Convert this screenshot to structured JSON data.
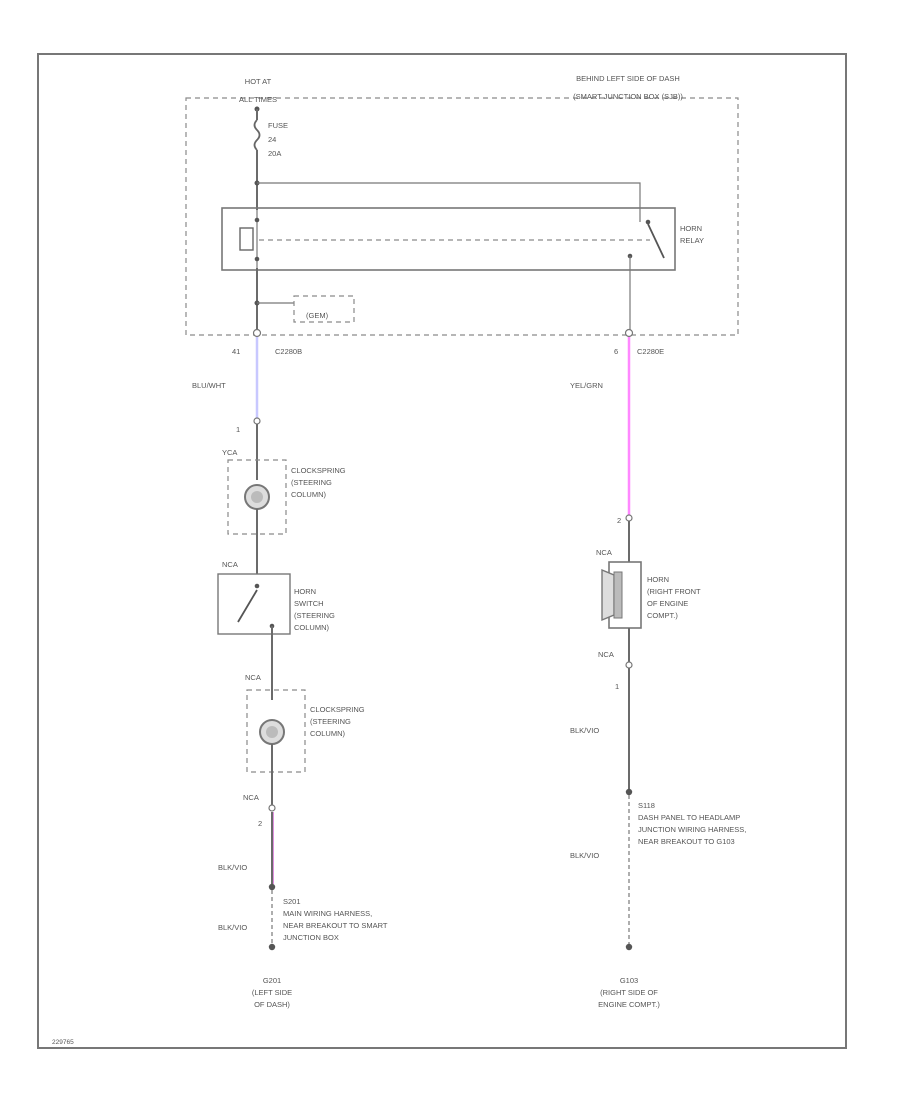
{
  "colors": {
    "blue_wire": "#c8c8ff",
    "violet_wire": "#ff88ff",
    "pink_wire": "#e090e0"
  },
  "labels": {
    "location_sjb": "BEHIND LEFT SIDE OF DASH",
    "sjb_name": "(SMART JUNCTION BOX (SJB))",
    "hot_at": "HOT AT",
    "all_times": "ALL TIMES",
    "fuse": "FUSE",
    "fuse_num": "24",
    "fuse_amp": "20A",
    "horn_relay_1": "HORN",
    "horn_relay_2": "RELAY",
    "gem": "(GEM)",
    "pin_left": "41",
    "conn_left": "C2280B",
    "pin_right": "6",
    "conn_right": "C2280E",
    "wire_left_top": "BLU/WHT",
    "wire_right_top": "YEL/GRN",
    "pin_1": "1",
    "conn_c1": "YCA",
    "clockspring_1": "CLOCKSPRING",
    "clockspring_2": "(STEERING",
    "clockspring_3": "COLUMN)",
    "horn_switch_conn": "NCA",
    "horn_switch_1": "HORN",
    "horn_switch_2": "SWITCH",
    "horn_switch_3": "(STEERING",
    "horn_switch_4": "COLUMN)",
    "conn_c2": "NCA",
    "clockspring2_1": "CLOCKSPRING",
    "clockspring2_2": "(STEERING",
    "clockspring2_3": "COLUMN)",
    "conn_c3": "NCA",
    "pin_2": "2",
    "wire_left_low": "BLK/VIO",
    "splice_left_id": "S201",
    "splice_left_1": "MAIN WIRING HARNESS,",
    "splice_left_2": "NEAR BREAKOUT TO SMART",
    "splice_left_3": "JUNCTION BOX",
    "wire_left_gnd": "BLK/VIO",
    "ground_left_id": "G201",
    "ground_left_1": "(LEFT SIDE",
    "ground_left_2": "OF DASH)",
    "horn_pin": "2",
    "horn_conn": "NCA",
    "horn_1": "HORN",
    "horn_2": "(RIGHT FRONT",
    "horn_3": "OF ENGINE",
    "horn_4": "COMPT.)",
    "horn_conn2": "NCA",
    "pin_right_low": "1",
    "wire_right_mid": "BLK/VIO",
    "splice_right_id": "S118",
    "splice_right_1": "DASH PANEL TO HEADLAMP",
    "splice_right_2": "JUNCTION WIRING HARNESS,",
    "splice_right_3": "NEAR BREAKOUT TO G103",
    "wire_right_low": "BLK/VIO",
    "ground_right_id": "G103",
    "ground_right_1": "(RIGHT SIDE OF",
    "ground_right_2": "ENGINE COMPT.)",
    "footer": "229765"
  }
}
